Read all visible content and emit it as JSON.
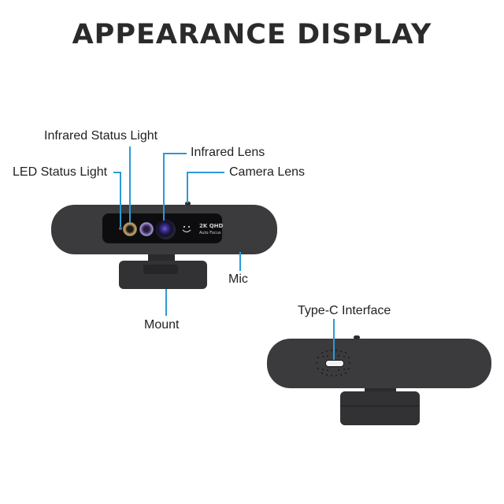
{
  "title": "APPEARANCE DISPLAY",
  "labels": {
    "infrared_status_light": "Infrared Status Light",
    "led_status_light": "LED Status Light",
    "infrared_lens": "Infrared Lens",
    "camera_lens": "Camera Lens",
    "mic": "Mic",
    "mount": "Mount",
    "type_c_interface": "Type-C Interface"
  },
  "badge": {
    "line1": "2K QHD",
    "line2": "Auto Focus"
  },
  "colors": {
    "leader_line": "#2a9bd6",
    "body": "#3b3b3d",
    "panel": "#0d0d0f"
  }
}
